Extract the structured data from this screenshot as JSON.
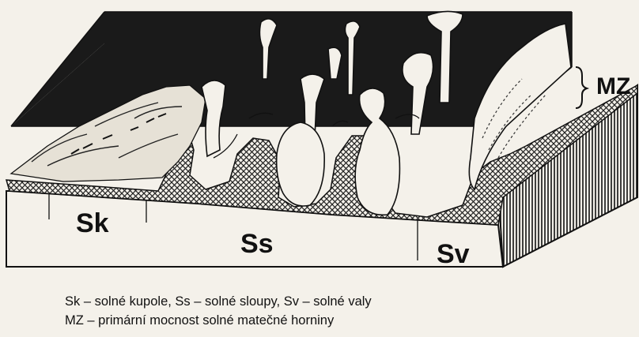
{
  "labels": {
    "sk": "Sk",
    "ss": "Ss",
    "sv": "Sv",
    "mz": "MZ"
  },
  "legend": {
    "line1": "Sk – solné kupole, Ss – solné sloupy, Sv – solné valy",
    "line2": "MZ – primární mocnost solné matečné horniny"
  },
  "colors": {
    "paper": "#f4f1ea",
    "ink": "#111111",
    "dark_backdrop": "#1a1a1a"
  }
}
